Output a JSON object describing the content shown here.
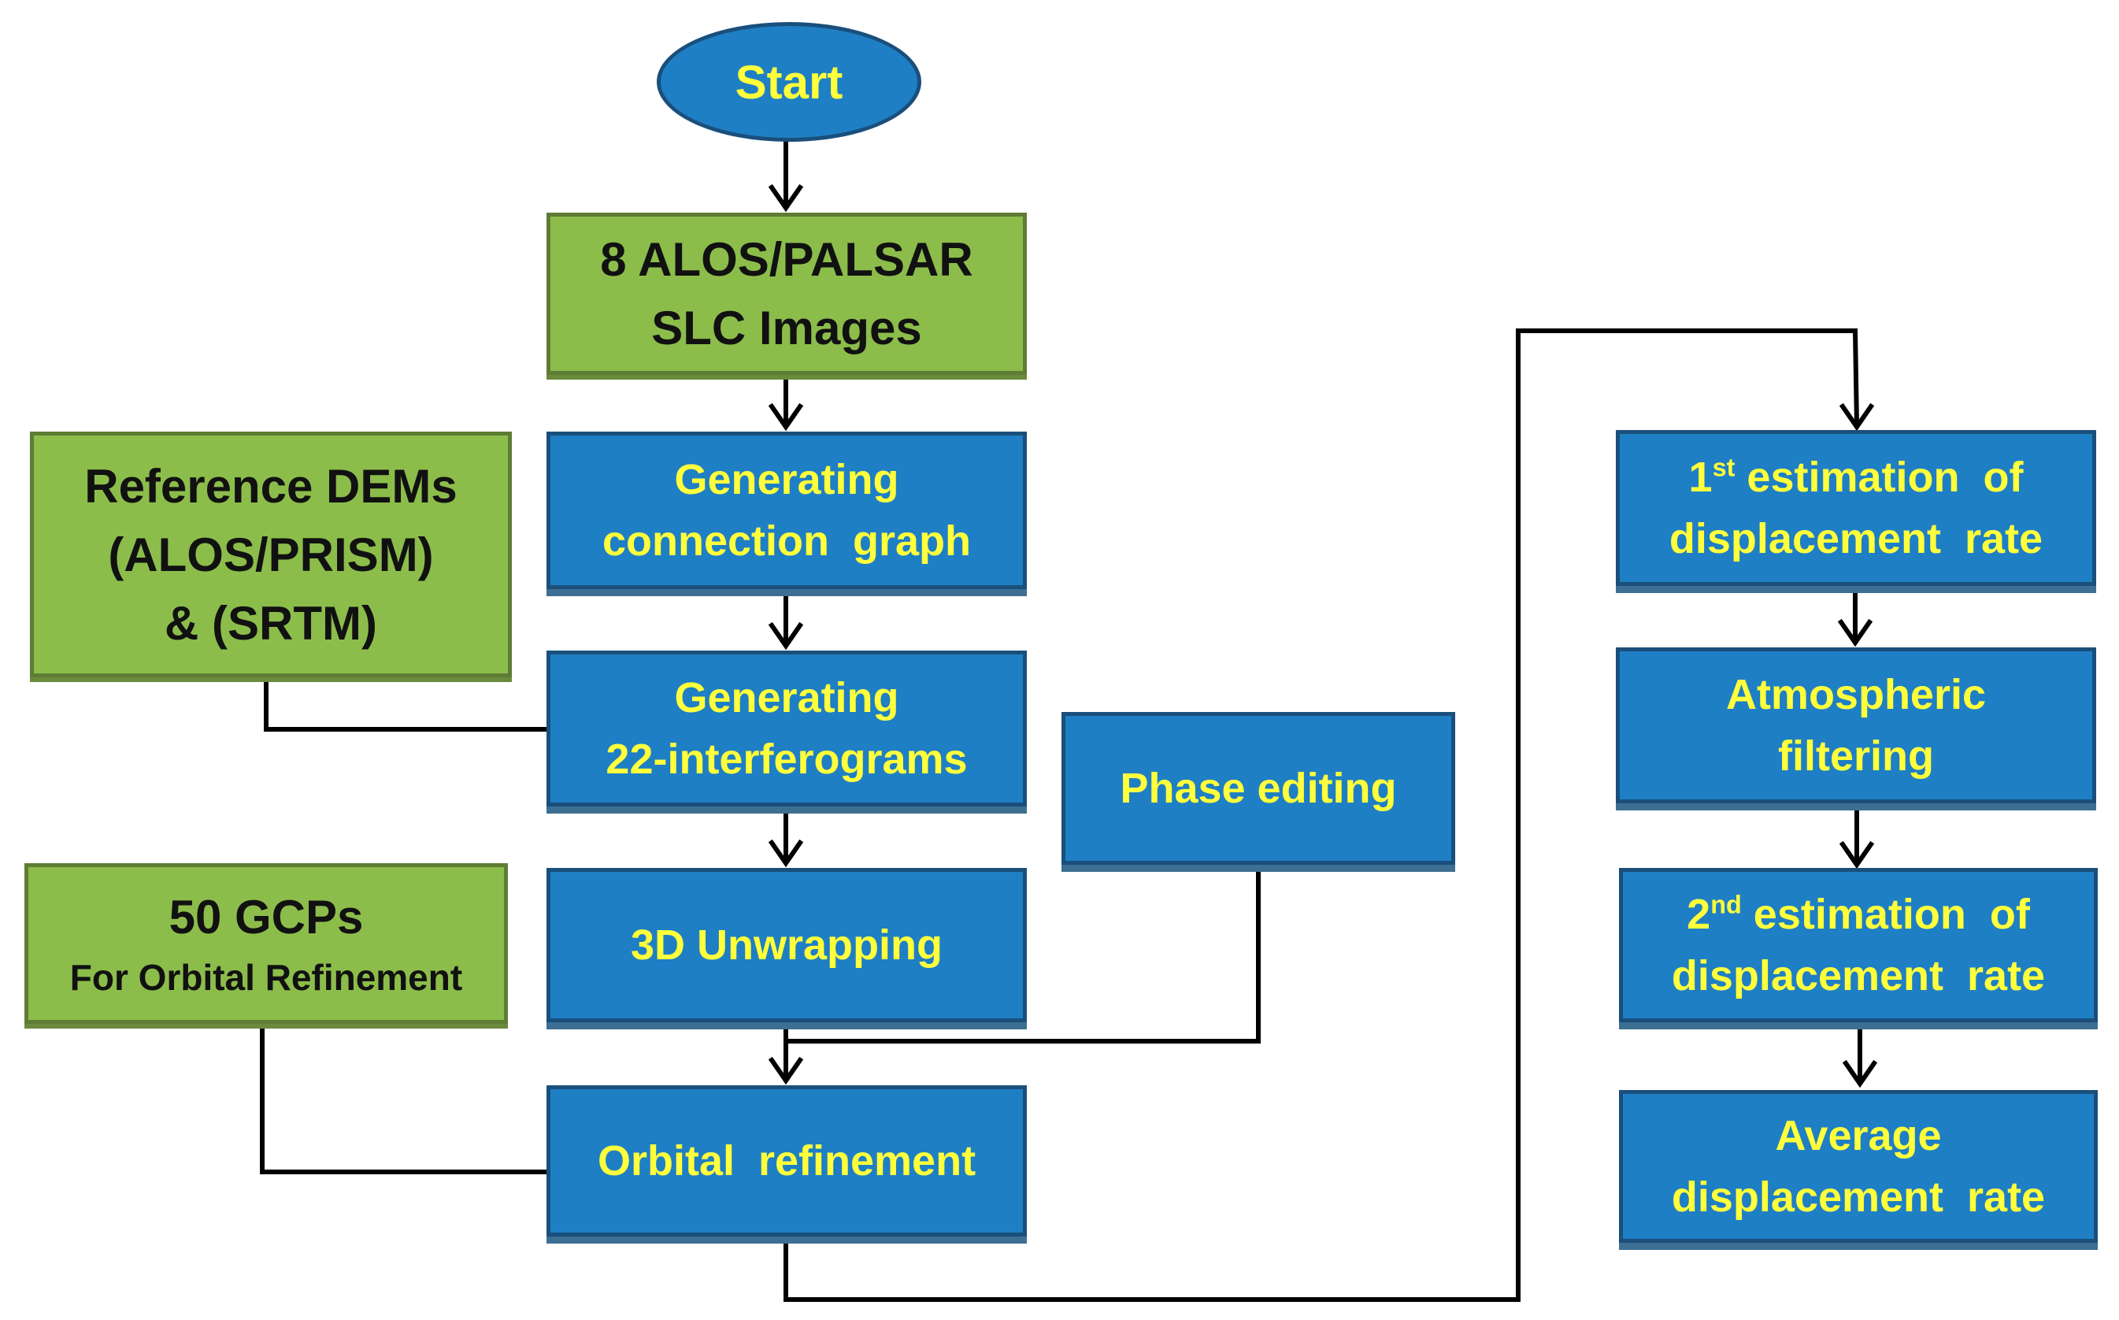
{
  "start": {
    "label": "Start"
  },
  "inputs": {
    "slc": {
      "line1": "8 ALOS/PALSAR",
      "line2": "SLC Images"
    },
    "dem": {
      "line1": "Reference DEMs",
      "line2": "(ALOS/PRISM)",
      "line3": "& (SRTM)"
    },
    "gcp": {
      "line1": "50 GCPs",
      "line2": "For Orbital Refinement"
    }
  },
  "steps": {
    "connection_graph": {
      "line1": "Generating",
      "line2": "connection  graph"
    },
    "interferograms": {
      "line1": "Generating",
      "line2": "22-interferograms"
    },
    "phase_editing": {
      "label": "Phase editing"
    },
    "unwrapping": {
      "label": "3D Unwrapping"
    },
    "orbital_refinement": {
      "label": "Orbital  refinement"
    },
    "first_estimation": {
      "num": "1",
      "sup": "st",
      "rest": " estimation  of",
      "line2": "displacement  rate"
    },
    "atmospheric_filtering": {
      "line1": "Atmospheric",
      "line2": "filtering"
    },
    "second_estimation": {
      "num": "2",
      "sup": "nd",
      "rest": " estimation  of",
      "line2": "displacement  rate"
    },
    "average_rate": {
      "line1": "Average",
      "line2": "displacement  rate"
    }
  },
  "colors": {
    "process_fill": "#1f7fc4",
    "process_text": "#ffff3c",
    "input_fill": "#8cbd4b",
    "input_text": "#111111",
    "connector": "#000000"
  }
}
